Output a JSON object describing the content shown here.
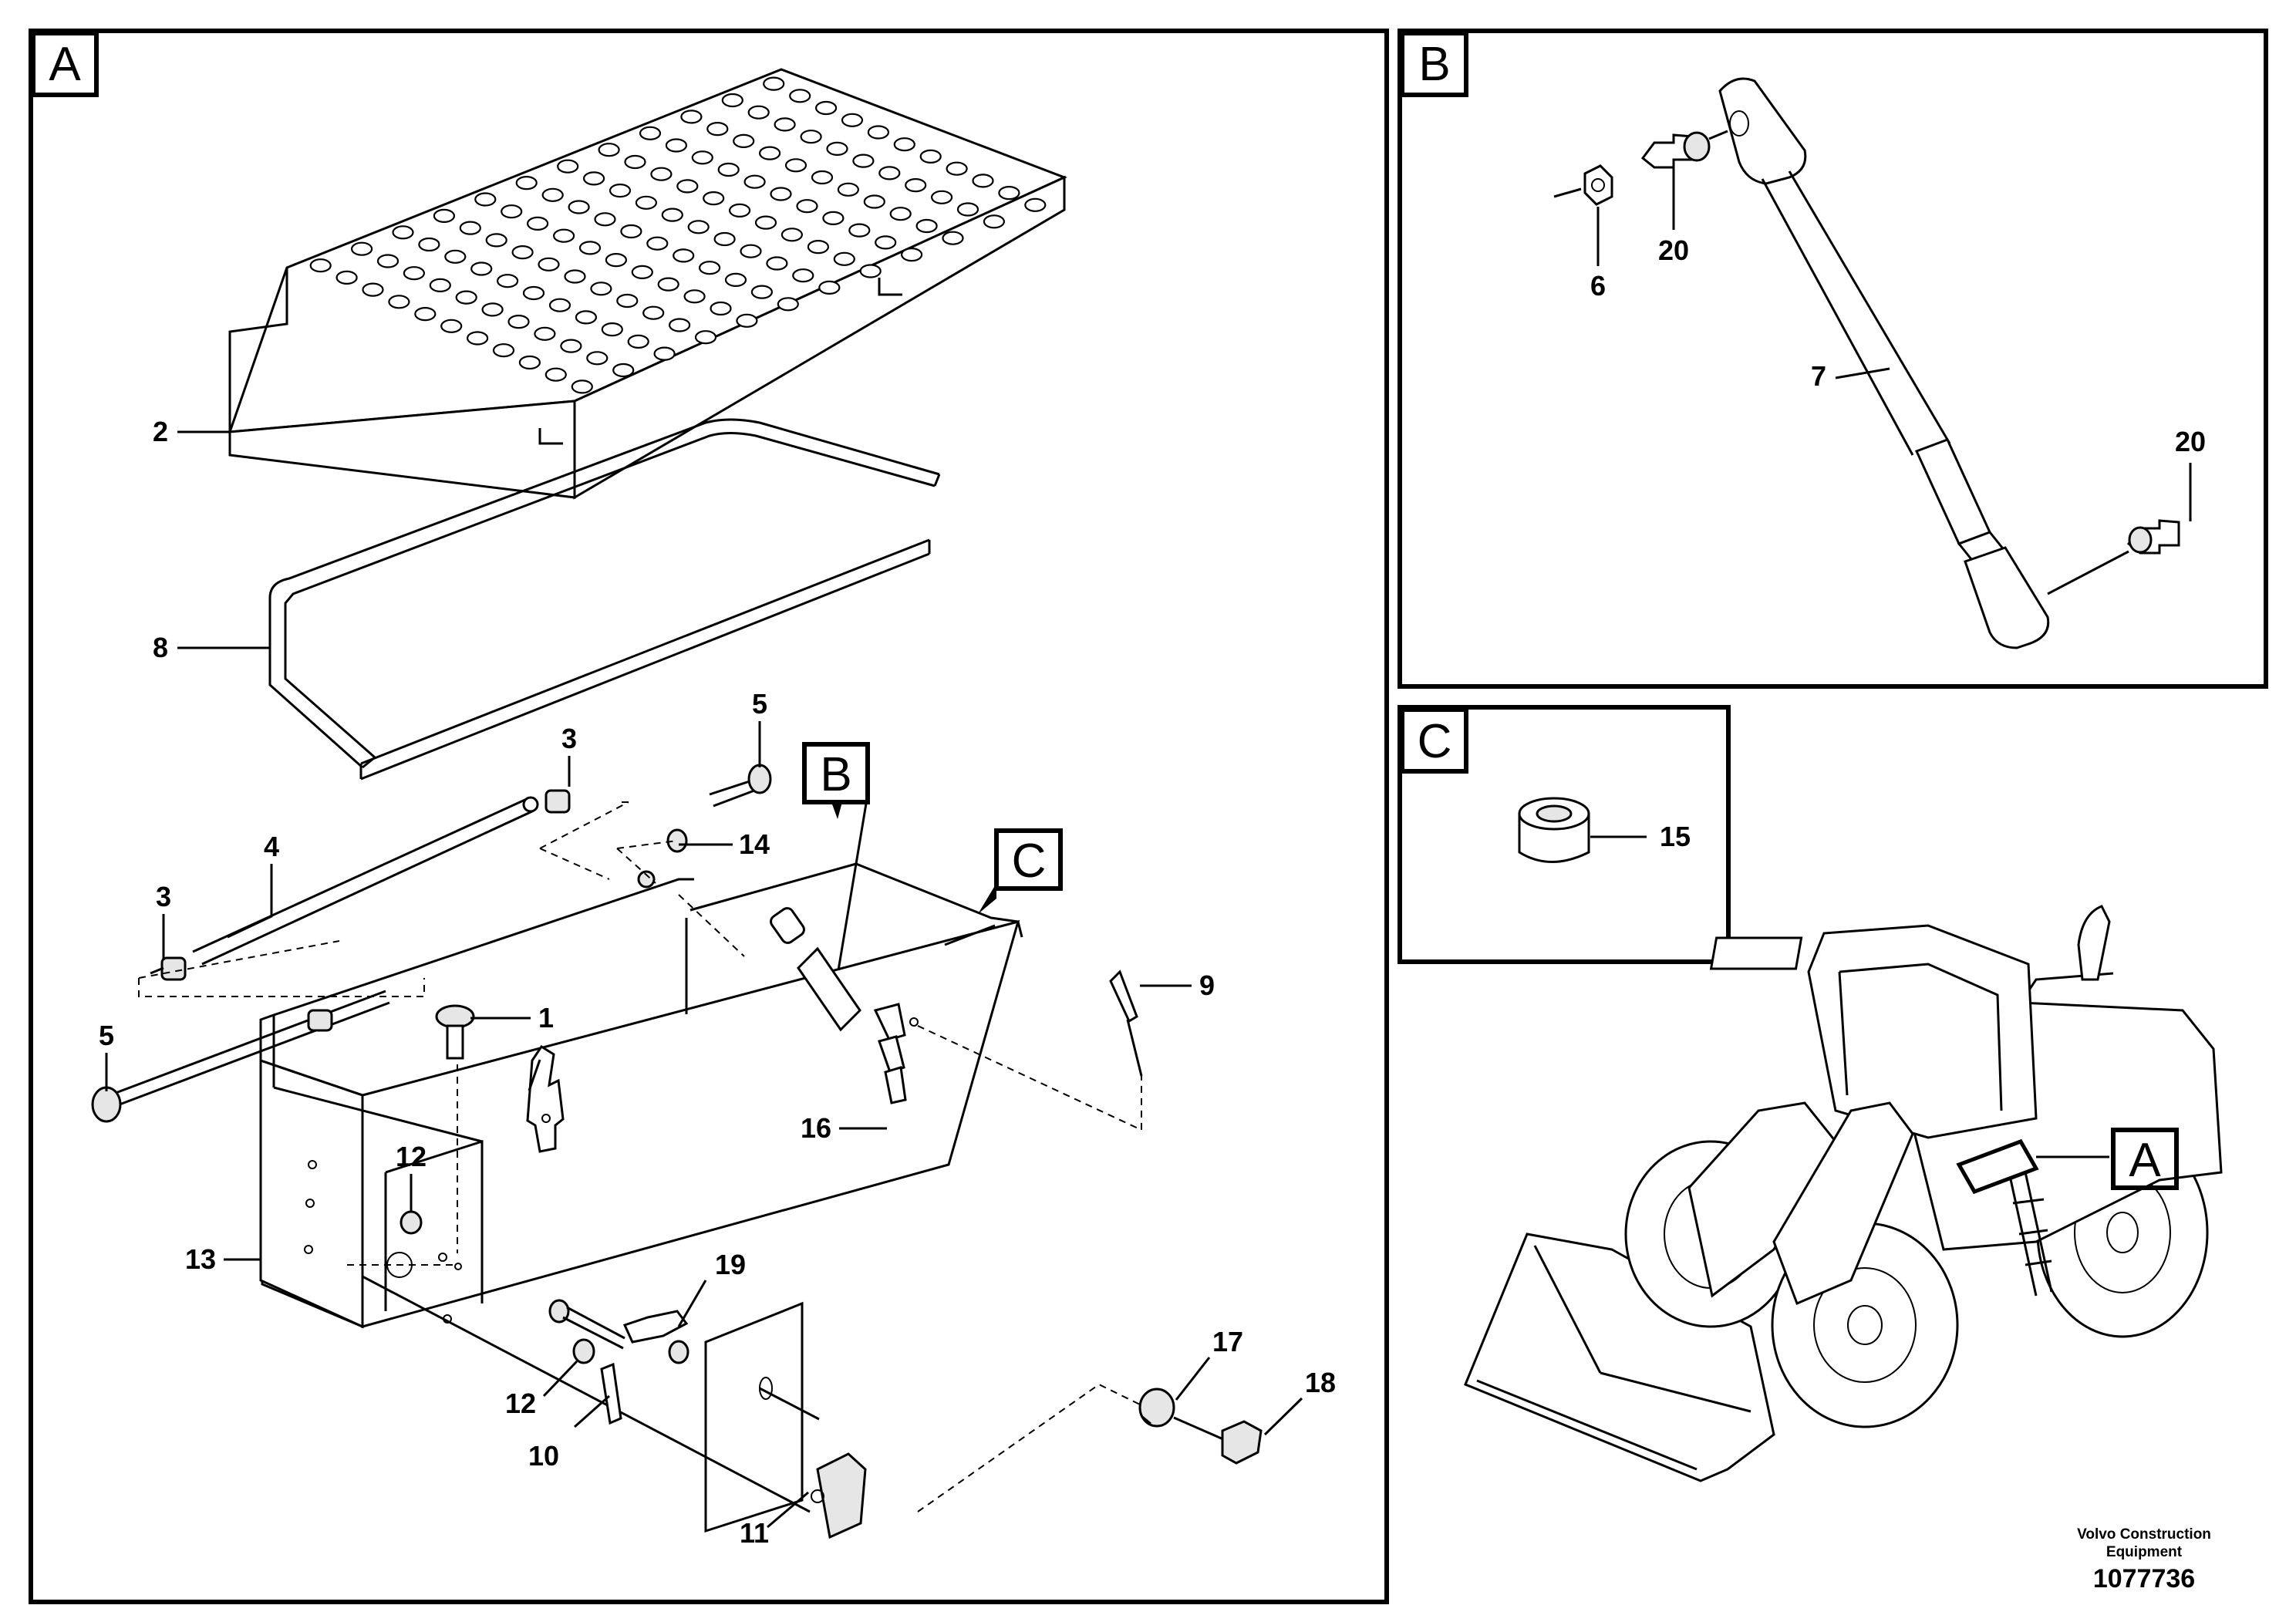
{
  "view_tags": {
    "a": "A",
    "b": "B",
    "c": "C",
    "inset_a": "A",
    "callout_b": "B",
    "callout_c": "C"
  },
  "part_labels": {
    "p2": "2",
    "p8": "8",
    "p5_top": "5",
    "p3_top": "3",
    "p4": "4",
    "p3_left": "3",
    "p14": "14",
    "p1": "1",
    "p5_left": "5",
    "p9": "9",
    "p12_top": "12",
    "p16": "16",
    "p13": "13",
    "p19": "19",
    "p17": "17",
    "p18": "18",
    "p12_bottom": "12",
    "p10": "10",
    "p11": "11",
    "b6": "6",
    "b20_top": "20",
    "b7": "7",
    "b20_right": "20",
    "c15": "15"
  },
  "caption": {
    "line1": "Volvo Construction",
    "line2": "Equipment",
    "number": "1077736"
  }
}
